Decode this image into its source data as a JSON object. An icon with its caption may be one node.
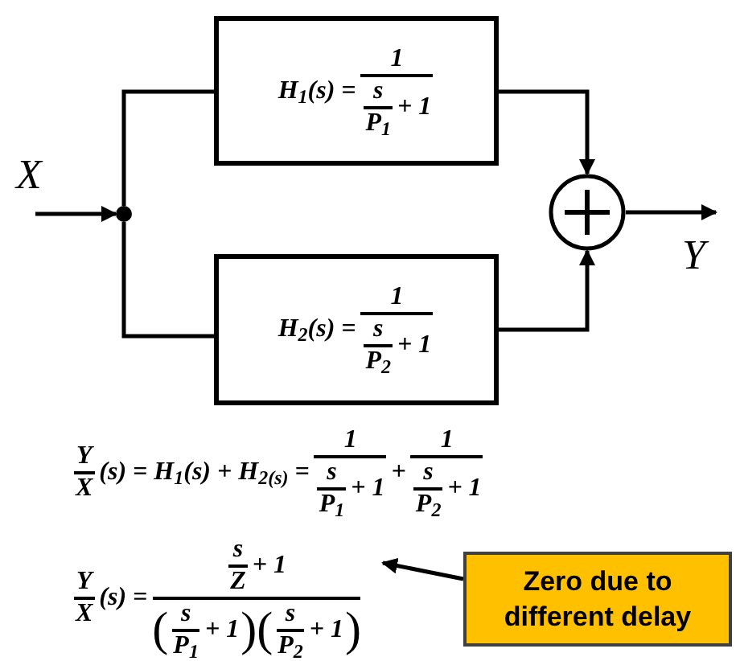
{
  "diagram": {
    "nodes": [
      {
        "text": [],
        "shape": "circle"
      },
      {
        "text": [
          "H$_{1}$(s) =",
          "1",
          "s",
          "P$_{1}$",
          "+ 1"
        ]
      },
      {
        "text": [
          "H$_{2}$(s) =",
          "1",
          "s",
          "P$_{2}$",
          "+ 1"
        ]
      },
      {
        "text": [],
        "shape": "circle"
      },
      {
        "text": [
          "Zero due to different delay"
        ]
      }
    ],
    "edges": [
      {
        "from": null,
        "to": 0,
        "arrow": "to"
      },
      {
        "from": 0,
        "to": 1,
        "arrow": "none"
      },
      {
        "from": 0,
        "to": 2,
        "arrow": "none"
      },
      {
        "from": 1,
        "to": 3,
        "arrow": "to"
      },
      {
        "from": 2,
        "to": 3,
        "arrow": "to"
      },
      {
        "from": 3,
        "to": null,
        "arrow": "to"
      },
      {
        "from": 4,
        "to": null,
        "arrow": "to"
      }
    ],
    "labels": [
      "X",
      "Y",
      "Y",
      "X",
      "(s) = H$_{1}$(s) + H$_{2(s)}$ =",
      "1",
      "s",
      "P$_{1}$",
      "+ 1",
      "+",
      "1",
      "s",
      "P$_{2}$",
      "+ 1",
      "Y",
      "X",
      "(s) =",
      "s",
      "Z",
      "+ 1",
      "(",
      "s",
      "P$_{1}$",
      "+ 1",
      ")",
      "(",
      "s",
      "P$_{2}$",
      "+ 1",
      ")"
    ]
  }
}
